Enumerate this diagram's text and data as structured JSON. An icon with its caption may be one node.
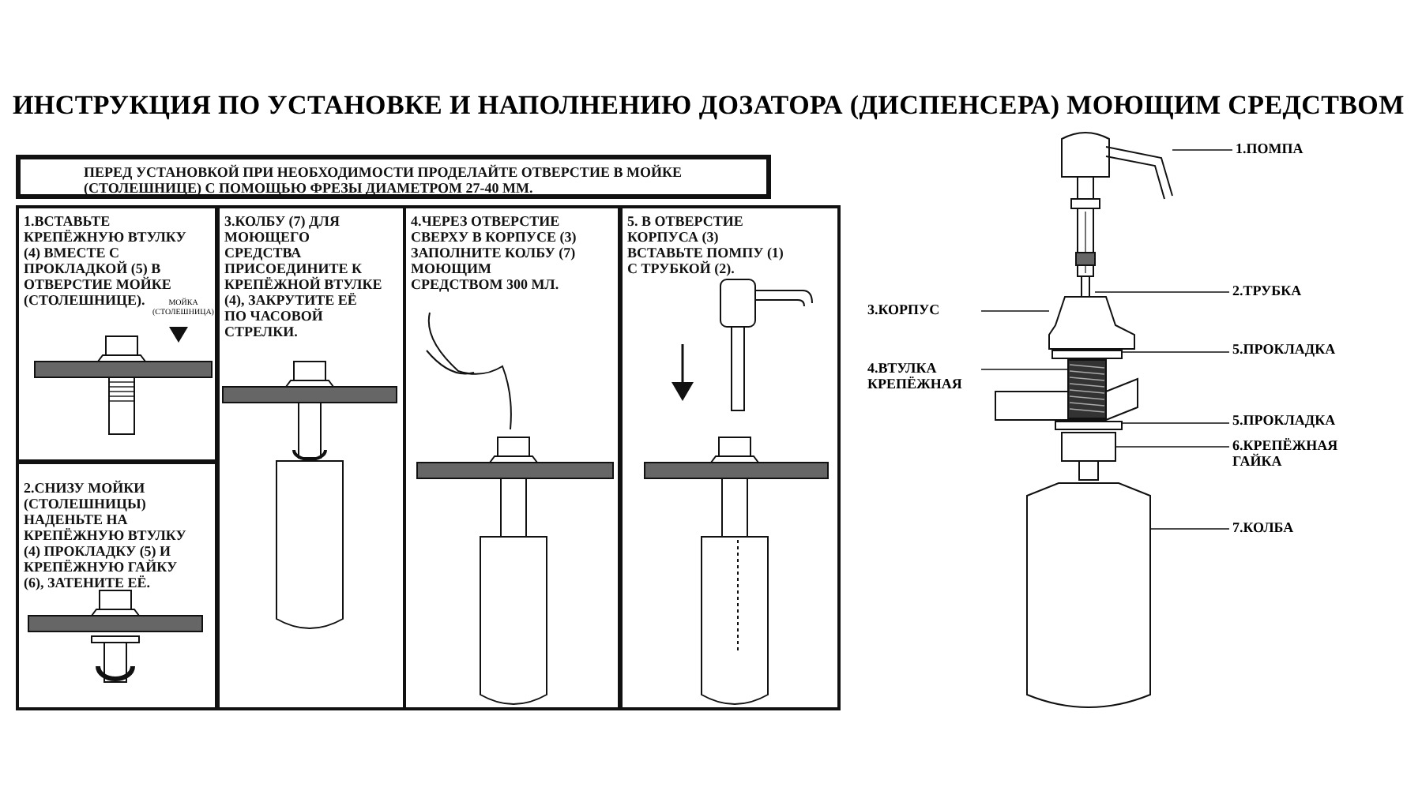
{
  "diagram": {
    "title": "ИНСТРУКЦИЯ ПО УСТАНОВКЕ И НАПОЛНЕНИЮ ДОЗАТОРА (ДИСПЕНСЕРА) МОЮЩИМ СРЕДСТВОМ",
    "nodes": [
      {
        "text": [
          "ПЕРЕД УСТАНОВКОЙ ПРИ НЕОБХОДИМОСТИ ПРОДЕЛАЙТЕ ОТВЕРСТИЕ В МОЙКЕ (СТОЛЕШНИЦЕ) С ПОМОЩЬЮ ФРЕЗЫ ДИАМЕТРОМ 27-40 ММ."
        ]
      },
      {
        "text": [
          "1.ВСТАВЬТЕ КРЕПЁЖНУЮ ВТУЛКУ (4) ВМЕСТЕ С ПРОКЛАДКОЙ (5) В ОТВЕРСТИЕ МОЙКЕ (СТОЛЕШНИЦЕ)."
        ]
      },
      {
        "text": [
          "2.СНИЗУ МОЙКИ (СТОЛЕШНИЦЫ) НАДЕНЬТЕ НА КРЕПЁЖНУЮ ВТУЛКУ (4) ПРОКЛАДКУ (5) И КРЕПЁЖНУЮ ГАЙКУ (6), ЗАТЕНИТЕ ЕЁ."
        ]
      },
      {
        "text": [
          "3.КОЛБУ (7) ДЛЯ МОЮЩЕГО СРЕДСТВА ПРИСОЕДИНИТЕ К КРЕПЁЖНОЙ ВТУЛКЕ (4), ЗАКРУТИТЕ ЕЁ ПО ЧАСОВОЙ СТРЕЛКИ."
        ]
      },
      {
        "text": [
          "4.ЧЕРЕЗ ОТВЕРСТИЕ СВЕРХУ В КОРПУСЕ (3) ЗАПОЛНИТЕ КОЛБУ (7) МОЮЩИМ СРЕДСТВОМ 300 МЛ."
        ]
      },
      {
        "text": [
          "5. В ОТВЕРСТИЕ КОРПУСА (3) ВСТАВЬТЕ ПОМПУ (1) С ТРУБКОЙ (2)."
        ]
      },
      {
        "text": [
          "1.ПОМПА"
        ]
      },
      {
        "text": [
          "2.ТРУБКА"
        ]
      },
      {
        "text": [
          "3.КОРПУС"
        ]
      },
      {
        "text": [
          "5.ПРОКЛАДКА"
        ]
      },
      {
        "text": [
          "4.ВТУЛКА КРЕПЁЖНАЯ"
        ]
      },
      {
        "text": [
          "5.ПРОКЛАДКА"
        ]
      },
      {
        "text": [
          "6.КРЕПЁЖНАЯ ГАЙКА"
        ]
      },
      {
        "text": [
          "7.КОЛБА"
        ]
      },
      {
        "text": [],
        "shape": "picture"
      },
      {
        "text": [],
        "shape": "picture"
      },
      {
        "text": [],
        "shape": "picture"
      },
      {
        "text": [],
        "shape": "picture"
      },
      {
        "text": [],
        "shape": "picture"
      },
      {
        "text": [],
        "shape": "picture"
      },
      {
        "text": [],
        "shape": "picture"
      },
      {
        "text": [],
        "shape": "picture"
      }
    ],
    "edges": [
      {
        "from": 6,
        "to": 14,
        "arrow": "none"
      },
      {
        "from": 7,
        "to": 15,
        "arrow": "none"
      },
      {
        "from": 8,
        "to": 16,
        "arrow": "none"
      },
      {
        "from": 9,
        "to": 17,
        "arrow": "none"
      },
      {
        "from": 10,
        "to": 18,
        "arrow": "none"
      },
      {
        "from": 11,
        "to": 19,
        "arrow": "none"
      },
      {
        "from": 12,
        "to": 20,
        "arrow": "none"
      },
      {
        "from": 13,
        "to": 21,
        "arrow": "none"
      }
    ],
    "labels": [
      "МОЙКА (СТОЛЕШНИЦА)"
    ]
  }
}
